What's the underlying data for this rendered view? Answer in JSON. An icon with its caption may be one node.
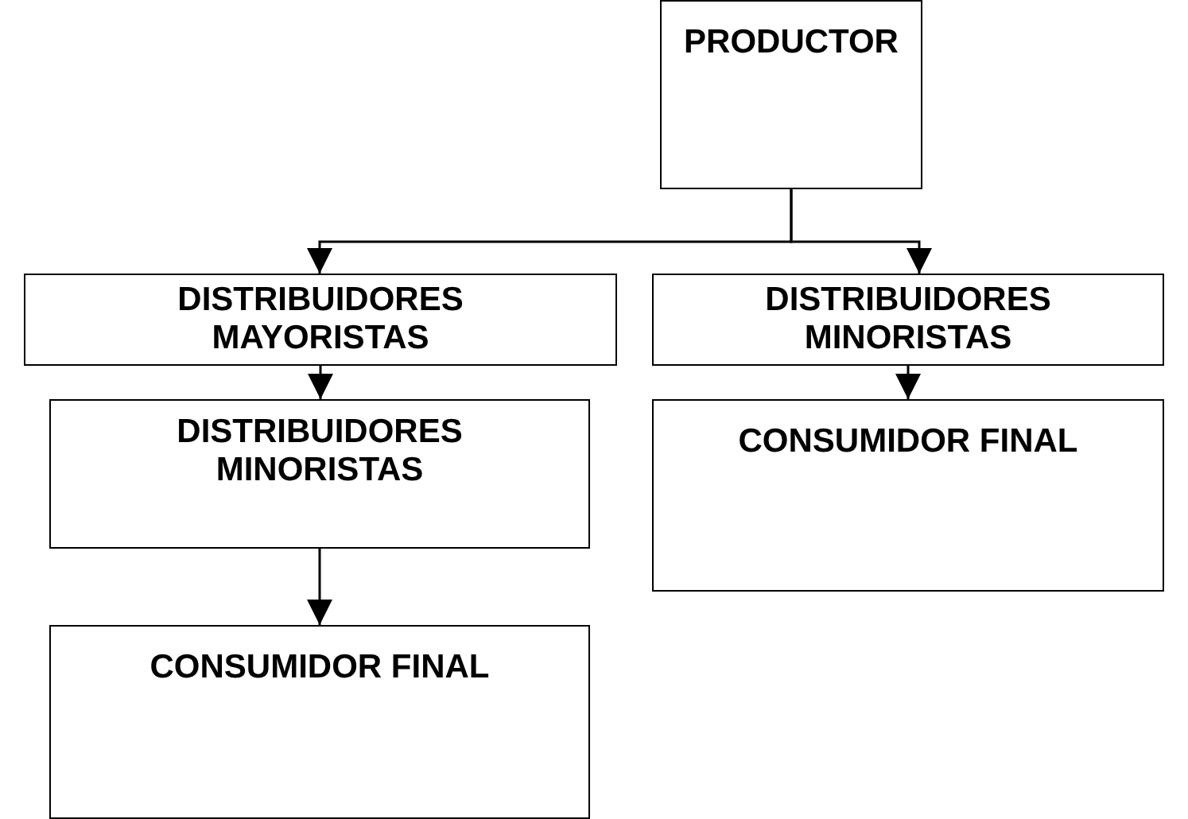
{
  "diagram": {
    "nodes": [
      {
        "text": [
          "PRODUCTOR"
        ]
      },
      {
        "text": [
          "DISTRIBUIDORES MAYORISTAS"
        ]
      },
      {
        "text": [
          "DISTRIBUIDORES MINORISTAS"
        ]
      },
      {
        "text": [
          "DISTRIBUIDORES MINORISTAS"
        ]
      },
      {
        "text": [
          "CONSUMIDOR FINAL"
        ]
      },
      {
        "text": [
          "CONSUMIDOR FINAL"
        ]
      }
    ],
    "edges": [
      {
        "from": 0,
        "to": 1,
        "arrow": "to"
      },
      {
        "from": 0,
        "to": 2,
        "arrow": "to"
      },
      {
        "from": 1,
        "to": 3,
        "arrow": "to"
      },
      {
        "from": 2,
        "to": 4,
        "arrow": "to"
      },
      {
        "from": 3,
        "to": 5,
        "arrow": "to"
      }
    ]
  }
}
